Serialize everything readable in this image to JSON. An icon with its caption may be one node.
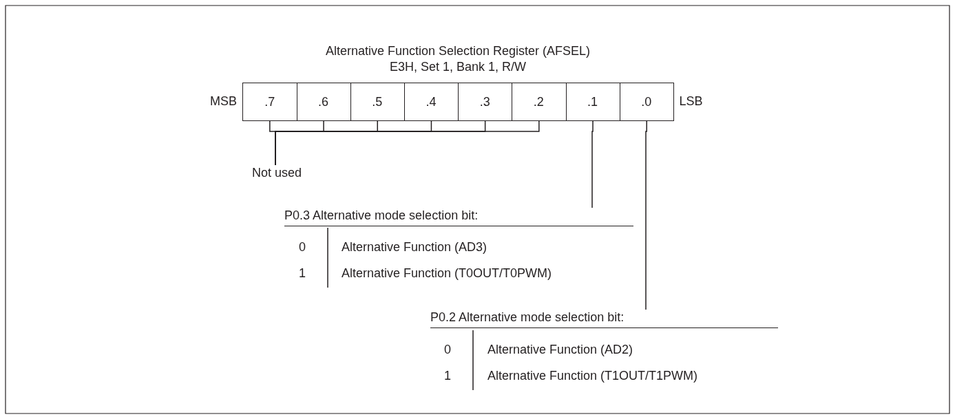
{
  "diagram": {
    "title": "Alternative Function Selection Register (AFSEL)",
    "nodes": [
      {
        "text": [
          ".7"
        ],
        "beside": [
          "MSB"
        ]
      },
      {
        "text": [
          ".6"
        ]
      },
      {
        "text": [
          ".5"
        ]
      },
      {
        "text": [
          ".4"
        ]
      },
      {
        "text": [
          ".3"
        ]
      },
      {
        "text": [
          ".2"
        ]
      },
      {
        "text": [
          ".1"
        ]
      },
      {
        "text": [
          ".0"
        ],
        "beside": [
          "LSB"
        ]
      },
      {
        "text": [
          "Not used"
        ]
      },
      {
        "text": [
          "P0.3 Alternative mode selection bit:"
        ]
      },
      {
        "text": [
          "P0.2 Alternative mode selection bit:"
        ]
      }
    ],
    "edges": [
      {
        "from": 8,
        "to": 0,
        "arrow": "none"
      },
      {
        "from": 8,
        "to": 1,
        "arrow": "none"
      },
      {
        "from": 8,
        "to": 2,
        "arrow": "none"
      },
      {
        "from": 8,
        "to": 3,
        "arrow": "none"
      },
      {
        "from": 8,
        "to": 4,
        "arrow": "none"
      },
      {
        "from": 8,
        "to": 5,
        "arrow": "none"
      },
      {
        "from": 9,
        "to": 6,
        "arrow": "none"
      },
      {
        "from": 10,
        "to": 7,
        "arrow": "none"
      }
    ],
    "labels": [
      "E3H, Set 1, Bank 1, R/W",
      "0",
      "Alternative Function (AD3)",
      "1",
      "Alternative Function (T0OUT/T0PWM)",
      "0",
      "Alternative Function (AD2)",
      "1",
      "Alternative Function (T1OUT/T1PWM)"
    ]
  }
}
